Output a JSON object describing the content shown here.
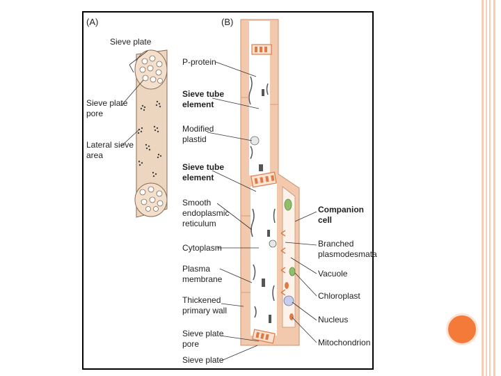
{
  "colors": {
    "accent": "#f47a3a",
    "wall": "#f2c9ad",
    "wall_dark": "#d99a77",
    "sieve_plate": "#e88a56"
  },
  "panels": {
    "a": "(A)",
    "b": "(B)"
  },
  "left_labels": {
    "sieve_plate": "Sieve plate",
    "sieve_plate_pore_1": "Sieve plate",
    "sieve_plate_pore_2": "pore",
    "lateral_1": "Lateral sieve",
    "lateral_2": "area"
  },
  "middle_labels": {
    "p_protein": "P-protein",
    "ste_1a": "Sieve tube",
    "ste_1b": "element",
    "modified_1": "Modified",
    "modified_2": "plastid",
    "ste_2a": "Sieve tube",
    "ste_2b": "element",
    "ser_1": "Smooth",
    "ser_2": "endoplasmic",
    "ser_3": "reticulum",
    "cytoplasm": "Cytoplasm",
    "plasma_1": "Plasma",
    "plasma_2": "membrane",
    "wall_1": "Thickened",
    "wall_2": "primary wall",
    "pore_1": "Sieve plate",
    "pore_2": "pore",
    "sieve_plate_bottom": "Sieve plate"
  },
  "right_labels": {
    "companion_1": "Companion",
    "companion_2": "cell",
    "branched_1": "Branched",
    "branched_2": "plasmodesmata",
    "vacuole": "Vacuole",
    "chloroplast": "Chloroplast",
    "nucleus": "Nucleus",
    "mitochondrion": "Mitochondrion"
  }
}
